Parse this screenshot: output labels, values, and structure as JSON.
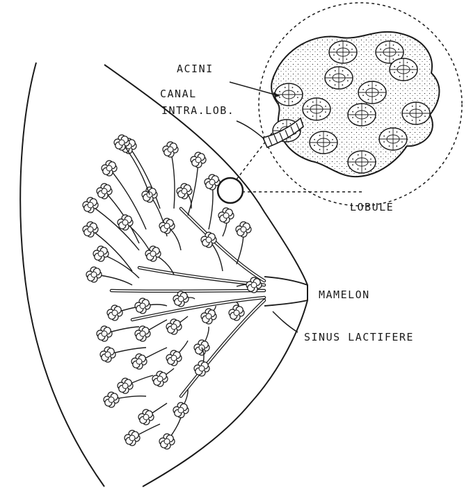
{
  "labels": {
    "acini": "ACINI",
    "canal_line1": "CANAL",
    "canal_line2": "INTRA.LOB.",
    "lobule": "LOBULE",
    "mamelon": "MAMELON",
    "sinus": "SINUS LACTIFERE"
  },
  "colors": {
    "ink": "#1a1a1a",
    "paper": "#ffffff"
  }
}
